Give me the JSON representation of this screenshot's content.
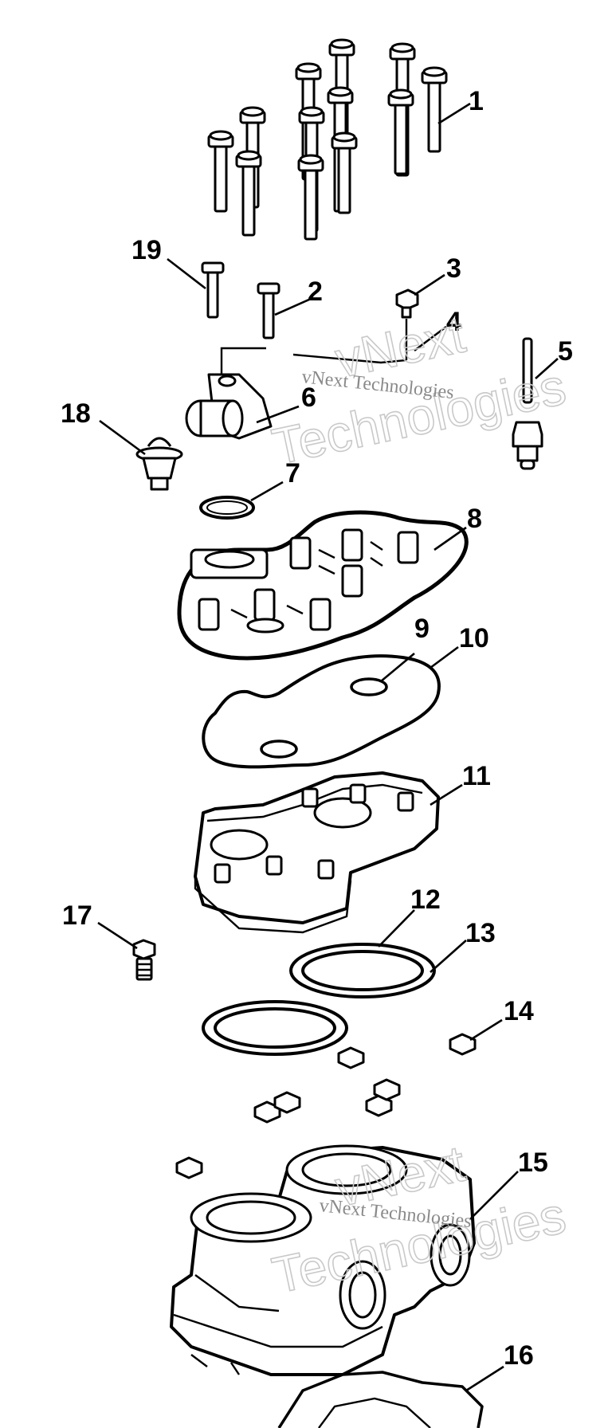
{
  "diagram": {
    "callouts": [
      "1",
      "2",
      "3",
      "4",
      "5",
      "6",
      "7",
      "8",
      "9",
      "10",
      "11",
      "12",
      "13",
      "14",
      "15",
      "16",
      "17",
      "18",
      "19"
    ],
    "watermarks": {
      "top_large_1": "vNext",
      "top_large_2": "Technologies",
      "top_small": "vNext Technologies",
      "bottom_large_1": "vNext",
      "bottom_large_2": "Technologies",
      "bottom_small": "vNext Technologies"
    }
  }
}
